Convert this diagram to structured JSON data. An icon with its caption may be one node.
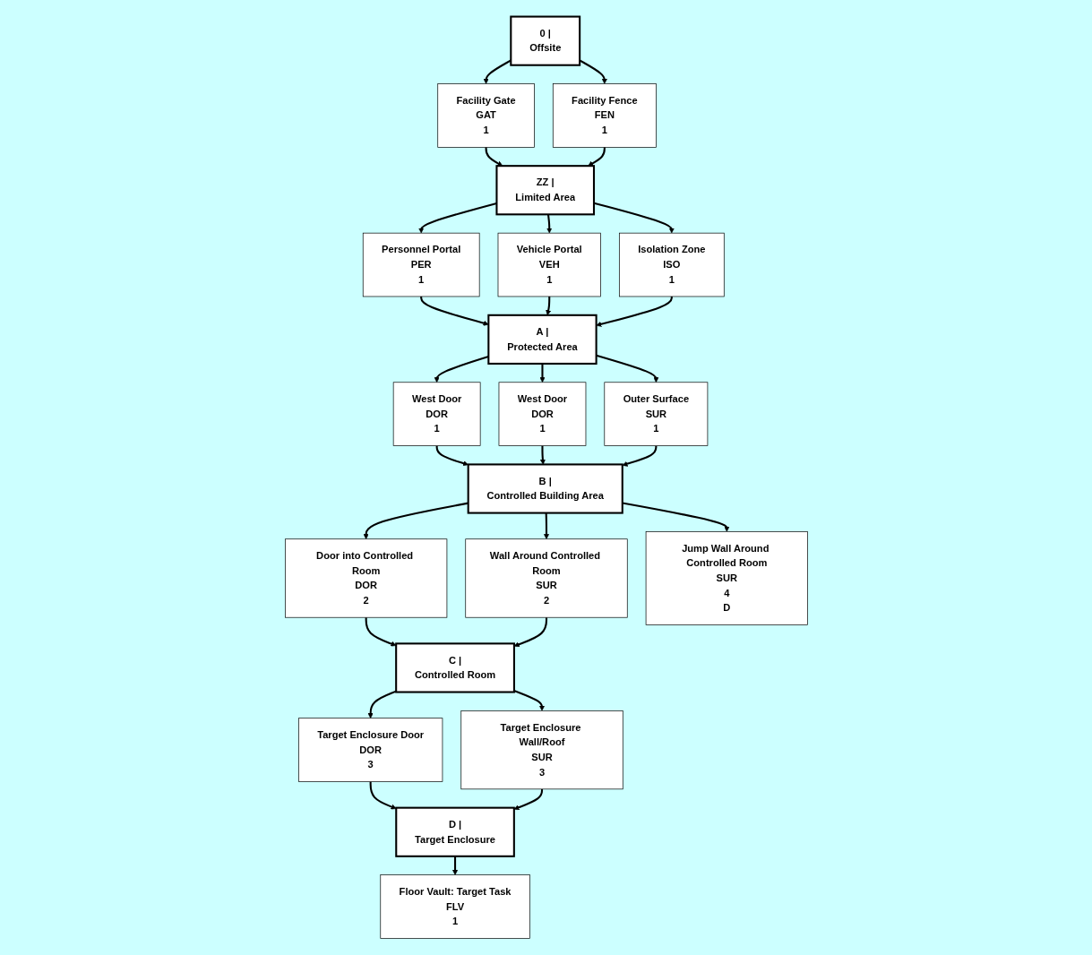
{
  "diagram": {
    "nodes": [
      {
        "text": [
          "0 |",
          "Offsite"
        ]
      },
      {
        "text": [
          "Facility Gate",
          "GAT",
          "1"
        ]
      },
      {
        "text": [
          "Facility Fence",
          "FEN",
          "1"
        ]
      },
      {
        "text": [
          "ZZ |",
          "Limited Area"
        ]
      },
      {
        "text": [
          "Personnel Portal",
          "PER",
          "1"
        ]
      },
      {
        "text": [
          "Vehicle Portal",
          "VEH",
          "1"
        ]
      },
      {
        "text": [
          "Isolation Zone",
          "ISO",
          "1"
        ]
      },
      {
        "text": [
          "A |",
          "Protected Area"
        ]
      },
      {
        "text": [
          "West Door",
          "DOR",
          "1"
        ]
      },
      {
        "text": [
          "West Door",
          "DOR",
          "1"
        ]
      },
      {
        "text": [
          "Outer Surface",
          "SUR",
          "1"
        ]
      },
      {
        "text": [
          "B |",
          "Controlled Building Area"
        ]
      },
      {
        "text": [
          "Door into Controlled Room",
          "DOR",
          "2"
        ]
      },
      {
        "text": [
          "Wall Around Controlled Room",
          "SUR",
          "2"
        ]
      },
      {
        "text": [
          "Jump Wall Around Controlled Room",
          "SUR",
          "4",
          "D"
        ]
      },
      {
        "text": [
          "C |",
          "Controlled Room"
        ]
      },
      {
        "text": [
          "Target Enclosure Door",
          "DOR",
          "3"
        ]
      },
      {
        "text": [
          "Target Enclosure Wall/Roof",
          "SUR",
          "3"
        ]
      },
      {
        "text": [
          "D |",
          "Target Enclosure"
        ]
      },
      {
        "text": [
          "Floor Vault: Target Task",
          "FLV",
          "1"
        ]
      }
    ],
    "edges": [
      {
        "from": 0,
        "to": 1,
        "arrow": "to"
      },
      {
        "from": 0,
        "to": 2,
        "arrow": "to"
      },
      {
        "from": 1,
        "to": 3,
        "arrow": "to"
      },
      {
        "from": 2,
        "to": 3,
        "arrow": "to"
      },
      {
        "from": 3,
        "to": 4,
        "arrow": "to"
      },
      {
        "from": 3,
        "to": 5,
        "arrow": "to"
      },
      {
        "from": 3,
        "to": 6,
        "arrow": "to"
      },
      {
        "from": 4,
        "to": 7,
        "arrow": "to"
      },
      {
        "from": 5,
        "to": 7,
        "arrow": "to"
      },
      {
        "from": 6,
        "to": 7,
        "arrow": "to"
      },
      {
        "from": 7,
        "to": 8,
        "arrow": "to"
      },
      {
        "from": 7,
        "to": 9,
        "arrow": "to"
      },
      {
        "from": 7,
        "to": 10,
        "arrow": "to"
      },
      {
        "from": 8,
        "to": 11,
        "arrow": "to"
      },
      {
        "from": 9,
        "to": 11,
        "arrow": "to"
      },
      {
        "from": 10,
        "to": 11,
        "arrow": "to"
      },
      {
        "from": 11,
        "to": 12,
        "arrow": "to"
      },
      {
        "from": 11,
        "to": 13,
        "arrow": "to"
      },
      {
        "from": 11,
        "to": 14,
        "arrow": "to"
      },
      {
        "from": 12,
        "to": 15,
        "arrow": "to"
      },
      {
        "from": 13,
        "to": 15,
        "arrow": "to"
      },
      {
        "from": 15,
        "to": 16,
        "arrow": "to"
      },
      {
        "from": 15,
        "to": 17,
        "arrow": "to"
      },
      {
        "from": 16,
        "to": 18,
        "arrow": "to"
      },
      {
        "from": 17,
        "to": 18,
        "arrow": "to"
      },
      {
        "from": 18,
        "to": 19,
        "arrow": "to"
      }
    ]
  }
}
